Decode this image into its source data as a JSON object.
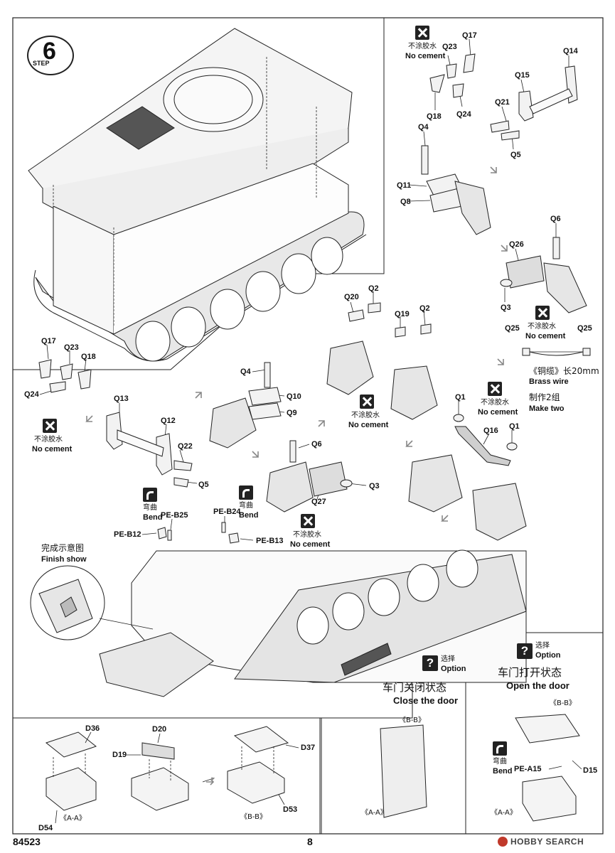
{
  "step": {
    "number": "6",
    "label": "STEP"
  },
  "no_cement": {
    "cn": "不涂胶水",
    "en": "No cement"
  },
  "bend": {
    "cn": "弯曲",
    "en": "Bend"
  },
  "option": {
    "cn": "选择",
    "en": "Option"
  },
  "brass_wire": {
    "cn": "《铜缆》长20mm",
    "en": "Brass wire",
    "cn2": "制作2组",
    "en2": "Make two"
  },
  "finish_show": {
    "cn": "完成示意图",
    "en": "Finish show"
  },
  "close_door": {
    "cn": "车门关闭状态",
    "en": "Close the door"
  },
  "open_door": {
    "cn": "车门打开状态",
    "en": "Open the door"
  },
  "section_aa": "《A-A》",
  "section_bb": "《B-B》",
  "parts": {
    "q17a": "Q17",
    "q23a": "Q23",
    "q18a": "Q18",
    "q24a": "Q24",
    "q14": "Q14",
    "q15": "Q15",
    "q21": "Q21",
    "q5a": "Q5",
    "q4a": "Q4",
    "q11": "Q11",
    "q8": "Q8",
    "q6a": "Q6",
    "q26": "Q26",
    "q3a": "Q3",
    "q25a": "Q25",
    "q25b": "Q25",
    "q20": "Q20",
    "q2a": "Q2",
    "q19": "Q19",
    "q2b": "Q2",
    "q17b": "Q17",
    "q23b": "Q23",
    "q18b": "Q18",
    "q24b": "Q24",
    "q13": "Q13",
    "q12": "Q12",
    "q22": "Q22",
    "q5b": "Q5",
    "q4b": "Q4",
    "q10": "Q10",
    "q9": "Q9",
    "q6b": "Q6",
    "q3b": "Q3",
    "q27": "Q27",
    "q1a": "Q1",
    "q16": "Q16",
    "q1b": "Q1",
    "peb25": "PE-B25",
    "peb12": "PE-B12",
    "peb24": "PE-B24",
    "peb13": "PE-B13",
    "d36": "D36",
    "d54": "D54",
    "d20": "D20",
    "d19": "D19",
    "d37": "D37",
    "d53": "D53",
    "pea15": "PE-A15",
    "d15": "D15"
  },
  "footer": {
    "code": "84523",
    "page": "8",
    "watermark": "HOBBY SEARCH"
  }
}
